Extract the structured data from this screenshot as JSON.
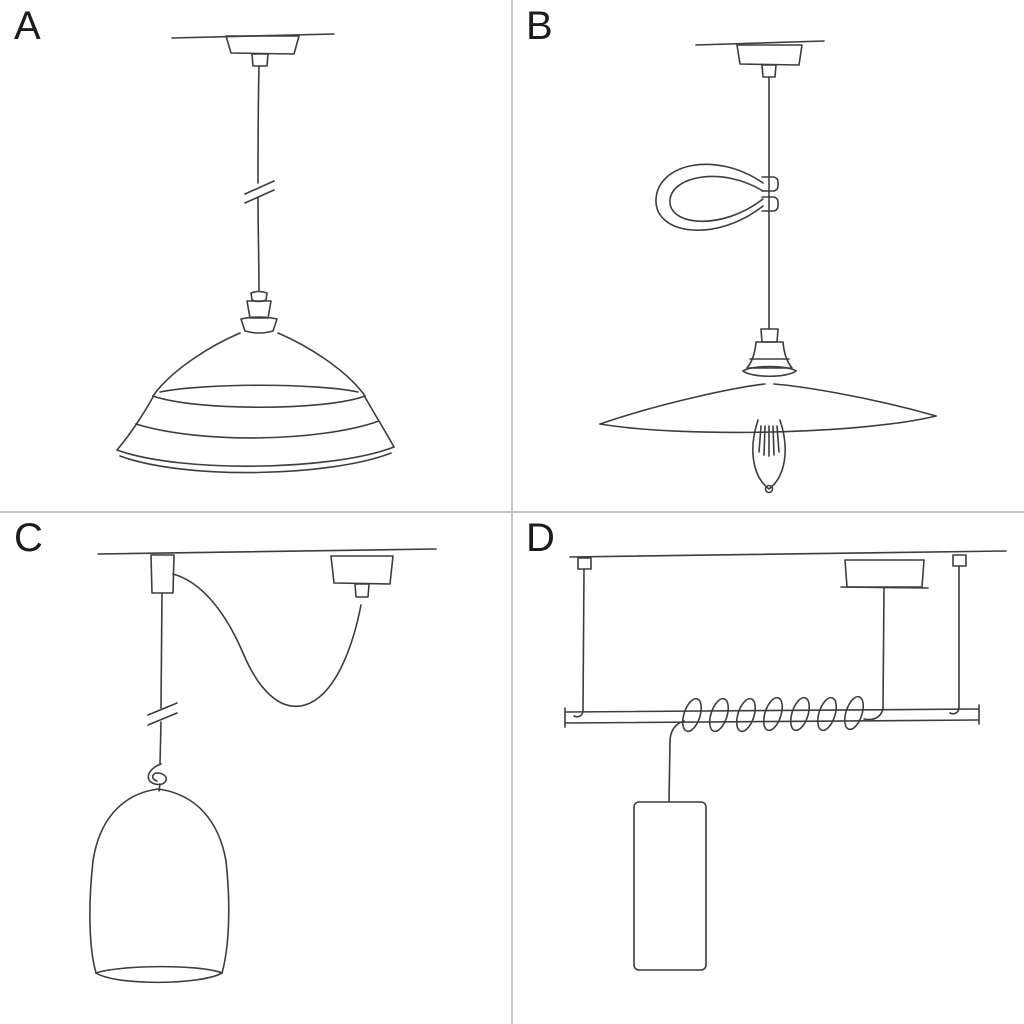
{
  "colors": {
    "background": "#ffffff",
    "divider": "#c4c4c4",
    "stroke": "#3d3d3d",
    "label": "#1c1c1c"
  },
  "panels": [
    {
      "label": "A",
      "sketch": "pendant-industrial-bowl-shade-sketch"
    },
    {
      "label": "B",
      "sketch": "pendant-saucer-shade-exposed-bulb-with-decorative-hook-sketch"
    },
    {
      "label": "C",
      "sketch": "pendant-swag-hook-bell-shade-sketch"
    },
    {
      "label": "D",
      "sketch": "pendant-suspension-bar-coiled-cable-tube-shade-sketch"
    }
  ]
}
